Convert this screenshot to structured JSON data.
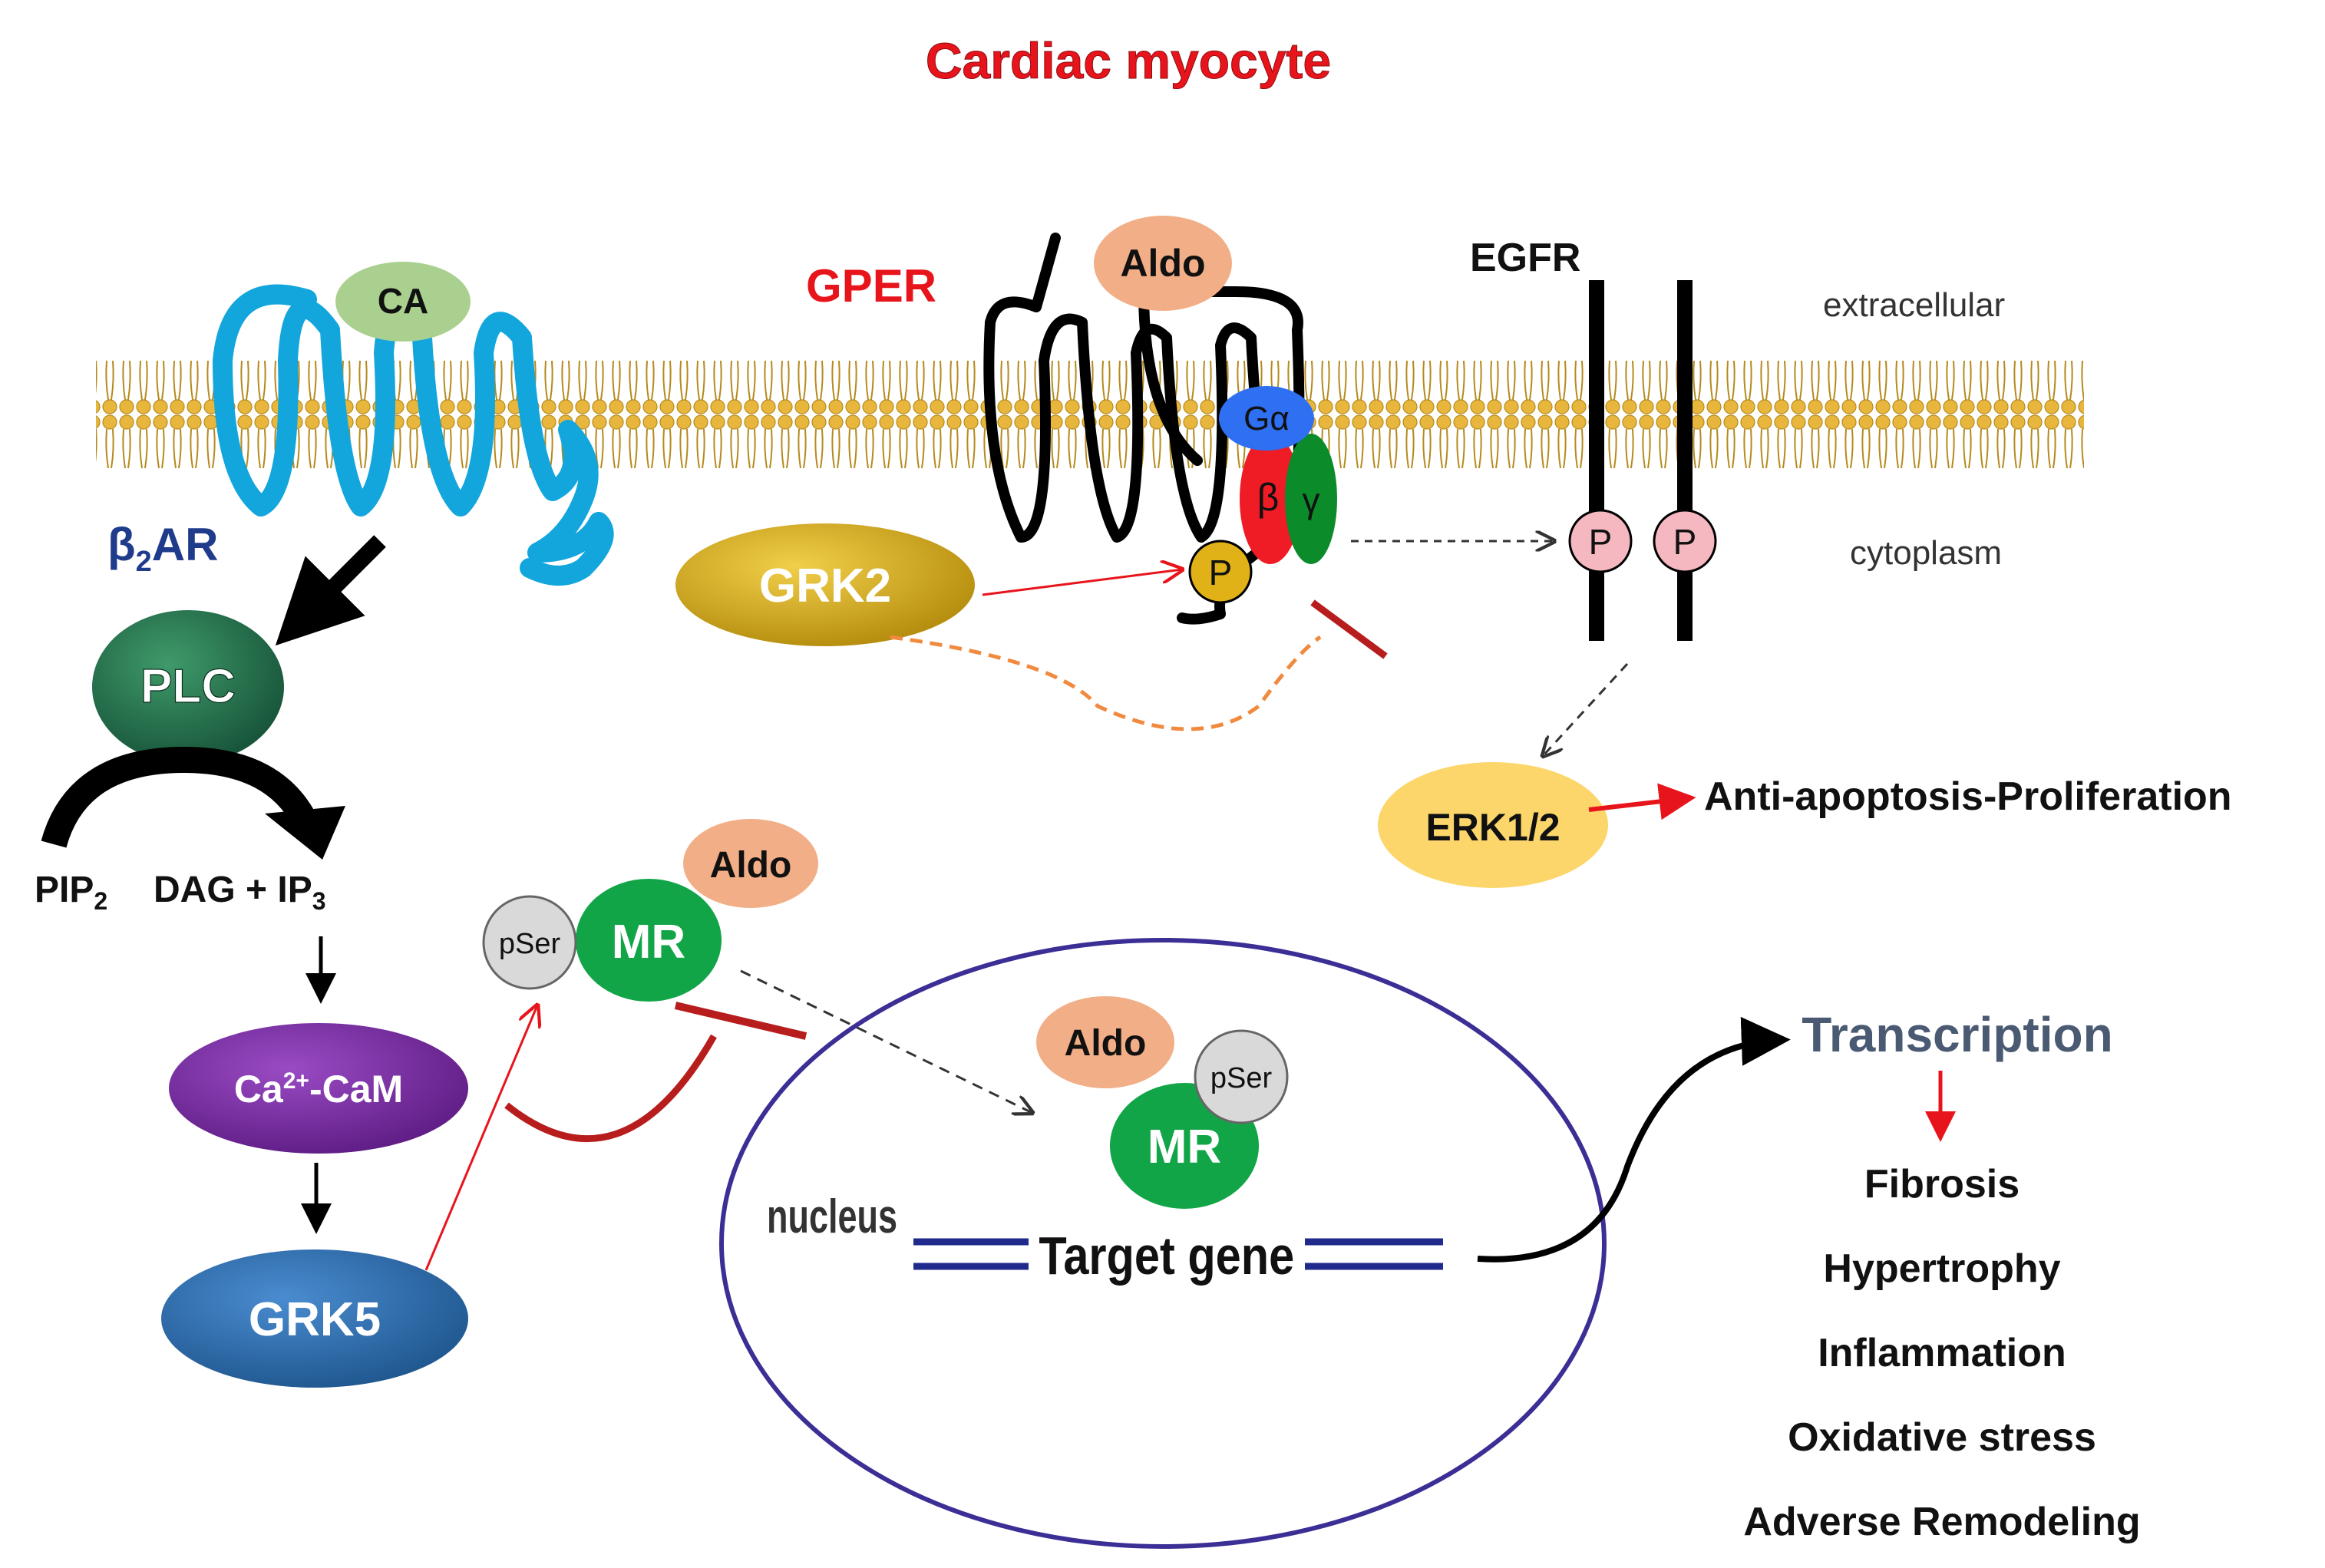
{
  "title": "Cardiac myocyte",
  "regions": {
    "extracellular": "extracellular",
    "cytoplasm": "cytoplasm",
    "nucleus": "nucleus"
  },
  "receptors": {
    "b2ar_prefix": "β",
    "b2ar_sub": "2",
    "b2ar_suffix": "AR",
    "gper": "GPER",
    "egfr": "EGFR"
  },
  "nodes": {
    "ca": "CA",
    "aldo": "Aldo",
    "g_alpha": "Gα",
    "g_beta": "β",
    "g_gamma": "γ",
    "p": "P",
    "grk2": "GRK2",
    "plc": "PLC",
    "pip": "PIP",
    "pip_sub": "2",
    "dag_ip": "DAG + IP",
    "ip_sub": "3",
    "ca_prefix": "Ca",
    "ca_sup": "2+",
    "ca_suffix": "-CaM",
    "grk5": "GRK5",
    "pser": "pSer",
    "mr": "MR",
    "erk": "ERK1/2",
    "anti_apoptosis": "Anti-apoptosis-Proliferation",
    "target_gene": "Target gene",
    "transcription": "Transcription"
  },
  "outcomes": [
    "Fibrosis",
    "Hypertrophy",
    "Inflammation",
    "Oxidative stress",
    "Adverse Remodeling"
  ],
  "colors": {
    "title": "#e8141c",
    "gper": "#e8141c",
    "b2ar": "#1f3b8c",
    "receptor_blue": "#12a6dc",
    "membrane": "#e5b53f",
    "ca": "#a9d08e",
    "aldo": "#f2ae86",
    "g_alpha": "#2f6ff1",
    "g_beta": "#ef1c25",
    "g_gamma": "#0b8b2a",
    "phospho": "#f6b8c0",
    "p_gold": "#e0b218",
    "grk2": "#c9a012",
    "plc": "#1f6d45",
    "ca_cam": "#7d2aa4",
    "grk5": "#2f6fb0",
    "mr": "#12a548",
    "pser": "#d9d9d9",
    "erk": "#fcd66a",
    "nucleus": "#3b2f96",
    "inhibit": "#b81d1d",
    "dashed_orange": "#f08a3e"
  }
}
